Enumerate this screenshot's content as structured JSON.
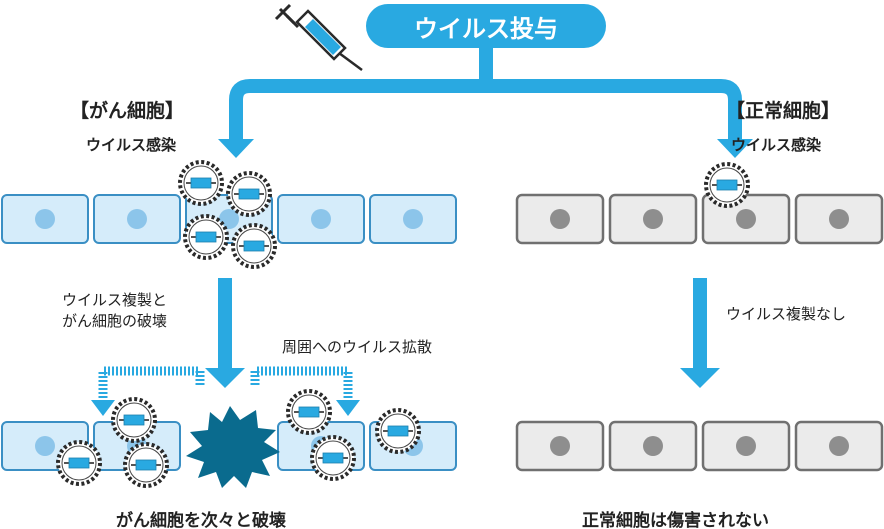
{
  "title": "ウイルス投与",
  "cancer": {
    "heading": "【がん細胞】",
    "infection": "ウイルス感染",
    "replication": "ウイルス複製と\nがん細胞の破壊",
    "spread": "周囲へのウイルス拡散",
    "result": "がん細胞を次々と破壊"
  },
  "normal": {
    "heading": "【正常細胞】",
    "infection": "ウイルス感染",
    "replication": "ウイルス複製なし",
    "result": "正常細胞は傷害されない"
  },
  "colors": {
    "accent": "#29a9e1",
    "cancer_cell_fill": "#d5ecfa",
    "cancer_cell_border": "#3a8fc4",
    "cancer_nucleus": "#8cc5ea",
    "normal_cell_fill": "#ebebeb",
    "normal_cell_border": "#707070",
    "normal_nucleus": "#8e8e8e",
    "burst": "#0a6b8e"
  },
  "icons": {
    "syringe": "syringe-icon",
    "virus": "virus-icon",
    "burst": "cell-burst-icon"
  }
}
